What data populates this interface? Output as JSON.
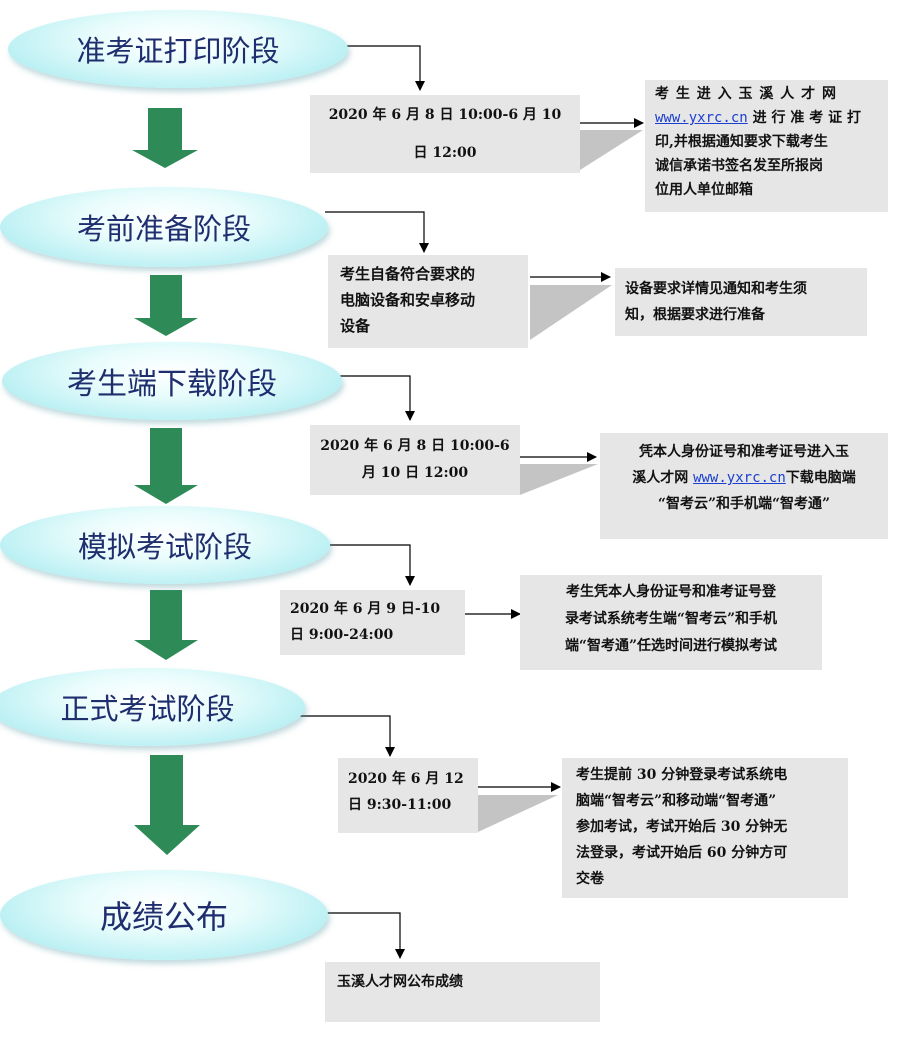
{
  "stages": [
    {
      "label": "准考证打印阶段"
    },
    {
      "label": "考前准备阶段"
    },
    {
      "label": "考生端下载阶段"
    },
    {
      "label": "模拟考试阶段"
    },
    {
      "label": "正式考试阶段"
    },
    {
      "label": "成绩公布"
    }
  ],
  "boxes": {
    "s1_time": {
      "line1": "2020 年 6 月 8 日 10:00-6 月 10",
      "line2": "日 12:00"
    },
    "s1_desc": {
      "line1": "考 生 进 入 玉 溪 人 才 网",
      "link": "www.yxrc.cn",
      "line2_rest": " 进 行 准 考 证 打",
      "line3": "印,并根据通知要求下载考生",
      "line4": "诚信承诺书签名发至所报岗",
      "line5": "位用人单位邮箱"
    },
    "s2_time": {
      "line1": "考生自备符合要求的",
      "line2": "电脑设备和安卓移动",
      "line3": "设备"
    },
    "s2_desc": {
      "line1": "设备要求详情见通知和考生须",
      "line2": "知，根据要求进行准备"
    },
    "s3_time": {
      "line1": "2020 年 6 月 8 日 10:00-6",
      "line2": "月 10 日 12:00"
    },
    "s3_desc": {
      "line1": "凭本人身份证号和准考证号进入玉",
      "line2_pre": "溪人才网 ",
      "link": "www.yxrc.cn",
      "line2_post": "下载电脑端",
      "line3": "“智考云”和手机端“智考通”"
    },
    "s4_time": {
      "line1": "2020 年 6 月 9 日-10",
      "line2": "日 9:00-24:00"
    },
    "s4_desc": {
      "line1": "考生凭本人身份证号和准考证号登",
      "line2": "录考试系统考生端“智考云”和手机",
      "line3": "端“智考通”任选时间进行模拟考试"
    },
    "s5_time": {
      "line1": "2020 年 6 月 12",
      "line2": "日 9:30-11:00"
    },
    "s5_desc": {
      "line1": "考生提前 30 分钟登录考试系统电",
      "line2": "脑端“智考云”和移动端“智考通”",
      "line3": "参加考试，考试开始后 30 分钟无",
      "line4": "法登录，考试开始后 60 分钟方可",
      "line5": "交卷"
    },
    "s6_desc": {
      "line1": "玉溪人才网公布成绩"
    }
  },
  "colors": {
    "stage_text": "#1f2e6e",
    "box_bg": "#e6e6e6",
    "down_arrow": "#2e8b57",
    "link": "#1a3fd1"
  }
}
